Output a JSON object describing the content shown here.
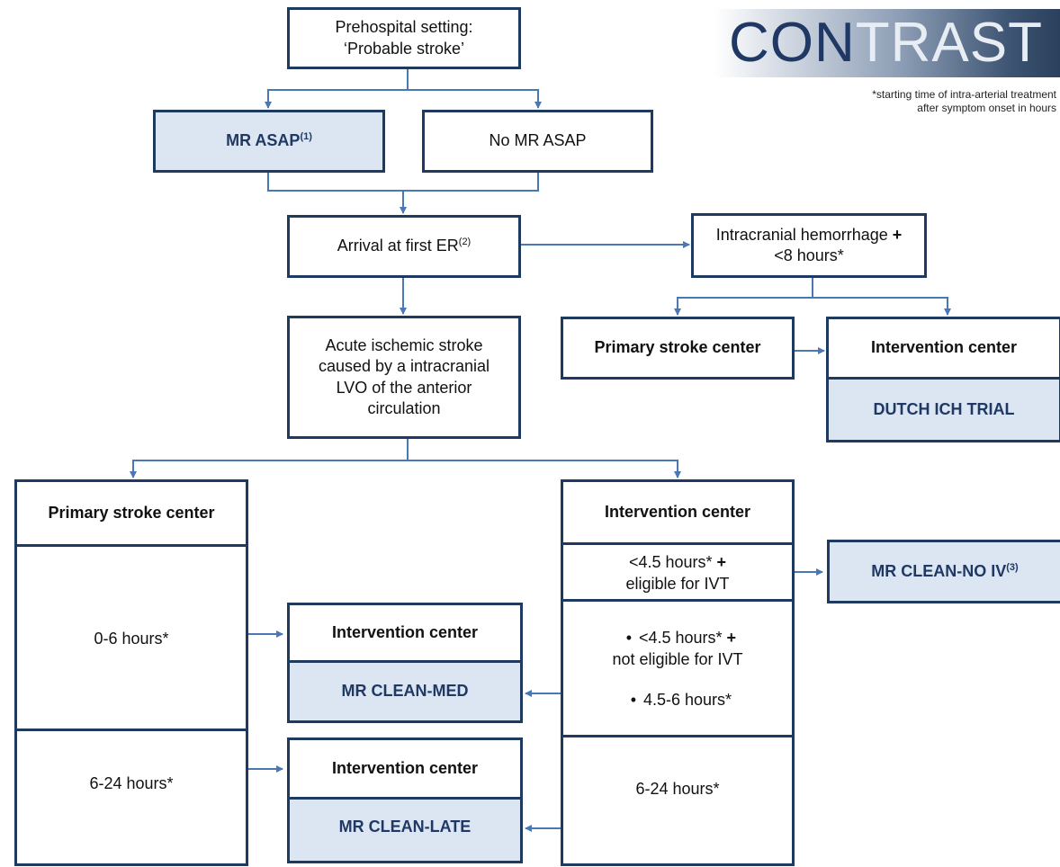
{
  "logo": {
    "part1": "CON",
    "part2": "TRAST"
  },
  "footnote": {
    "line1": "*starting time of intra-arterial treatment",
    "line2": "after symptom onset in hours"
  },
  "prehospital": {
    "line1": "Prehospital setting:",
    "line2": "‘Probable stroke’"
  },
  "mr_asap": {
    "label": "MR ASAP",
    "ref": "(1)"
  },
  "no_mr_asap": {
    "label": "No MR ASAP"
  },
  "arrival": {
    "label": "Arrival at first ER",
    "ref": "(2)"
  },
  "ich": {
    "line1_pre": "Intracranial hemorrhage ",
    "plus": "+",
    "line2": "<8 hours*"
  },
  "ich_primary": {
    "label": "Primary stroke center"
  },
  "ich_intervention": {
    "label": "Intervention center",
    "trial": "DUTCH ICH TRIAL"
  },
  "ais": {
    "line1": "Acute ischemic stroke",
    "line2": "caused by a intracranial",
    "line3": "LVO of the anterior",
    "line4": "circulation"
  },
  "primary_col": {
    "header": "Primary stroke center",
    "row1": "0-6 hours*",
    "row2": "6-24 hours*"
  },
  "intervention_col": {
    "header": "Intervention center",
    "row1_line1": "<4.5 hours* ",
    "row1_plus": "+",
    "row1_line2": "eligible for IVT",
    "row2_bullet1_a": "<4.5 hours* ",
    "row2_plus": "+",
    "row2_bullet1_b": "not eligible for IVT",
    "row2_bullet2": "4.5-6 hours*",
    "row3": "6-24 hours*",
    "bullet_char": "•"
  },
  "med_box": {
    "label": "Intervention center",
    "trial": "MR CLEAN-MED"
  },
  "late_box": {
    "label": "Intervention center",
    "trial": "MR CLEAN-LATE"
  },
  "noiv_box": {
    "label": "MR CLEAN-NO IV",
    "ref": "(3)"
  },
  "colors": {
    "border": "#1F3A5F",
    "arrow": "#4A78B5",
    "shade": "#DCE6F2",
    "trial_text": "#1F3864"
  }
}
